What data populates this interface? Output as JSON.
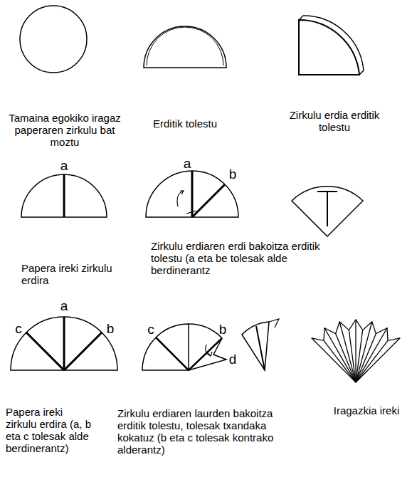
{
  "diagram": {
    "labels": [
      "Tamaina egokiko iragaz paperaren zirkulu bat moztu",
      "Erditik tolestu",
      "Zirkulu erdia erditik tolestu",
      "a",
      "a",
      "b",
      "Papera ireki zirkulu erdira",
      "Zirkulu erdiaren erdi bakoitza erditik tolestu (a eta be tolesak alde berdinerantz",
      "a",
      "c",
      "b",
      "c",
      "b",
      "d",
      "Papera ireki zirkulu erdira (a, b eta c tolesak alde berdinerantz)",
      "Zirkulu erdiaren laurden bakoitza erditik tolestu, tolesak txandaka kokatuz (b eta c tolesak kontrako alderantz)",
      "Iragazkia ireki"
    ]
  }
}
